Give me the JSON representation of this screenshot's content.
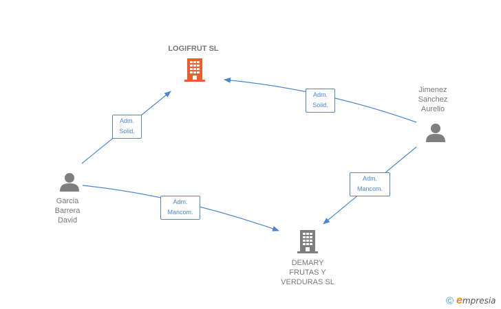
{
  "colors": {
    "edge": "#4a87d2",
    "focus_company": "#f25c2a",
    "company": "#7f7f7f",
    "person": "#7f7f7f",
    "text": "#777777",
    "brand_accent": "#f08a1c",
    "copyright": "#3a9ad9"
  },
  "nodes": {
    "logifrut": {
      "name": "LOGIFRUT  SL",
      "icon": "building-icon",
      "highlighted": true
    },
    "demary": {
      "name_lines": [
        "DEMARY",
        "FRUTAS Y",
        "VERDURAS  SL"
      ],
      "icon": "building-icon",
      "highlighted": false
    },
    "garcia": {
      "name_lines": [
        "Garcia",
        "Barrera",
        "David"
      ],
      "icon": "person-icon"
    },
    "jimenez": {
      "name_lines": [
        "Jimenez",
        "Sanchez",
        "Aurelio"
      ],
      "icon": "person-icon"
    }
  },
  "edges": [
    {
      "from": "garcia",
      "to": "logifrut",
      "label_lines": [
        "Adm.",
        "Solid."
      ]
    },
    {
      "from": "jimenez",
      "to": "logifrut",
      "label_lines": [
        "Adm.",
        "Solid."
      ]
    },
    {
      "from": "garcia",
      "to": "demary",
      "label_lines": [
        "Adm.",
        "Mancom."
      ]
    },
    {
      "from": "jimenez",
      "to": "demary",
      "label_lines": [
        "Adm.",
        "Mancom."
      ]
    }
  ],
  "footer": {
    "copyright_symbol": "©",
    "brand_initial": "e",
    "brand_rest": "mpresia"
  }
}
